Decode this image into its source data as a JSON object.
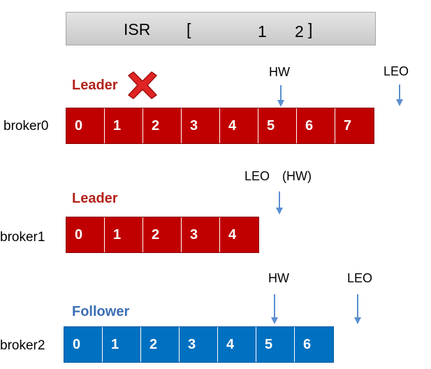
{
  "isr": {
    "label": "ISR",
    "open_bracket": "[",
    "members": [
      "1",
      "2"
    ],
    "close_bracket": "]"
  },
  "colors": {
    "leader": "#c00000",
    "follower": "#0070c0",
    "arrow": "#5b8fd0",
    "cross": "#e02424"
  },
  "brokers": [
    {
      "name": "broker0",
      "role": "Leader",
      "failed": true,
      "failed_icon": "red-cross-icon",
      "offsets": [
        "0",
        "1",
        "2",
        "3",
        "4",
        "5",
        "6",
        "7"
      ],
      "hw_label": "HW",
      "leo_label": "LEO"
    },
    {
      "name": "broker1",
      "role": "Leader",
      "offsets": [
        "0",
        "1",
        "2",
        "3",
        "4"
      ],
      "leo_label": "LEO",
      "hw_label": "(HW)"
    },
    {
      "name": "broker2",
      "role": "Follower",
      "offsets": [
        "0",
        "1",
        "2",
        "3",
        "4",
        "5",
        "6"
      ],
      "hw_label": "HW",
      "leo_label": "LEO"
    }
  ]
}
